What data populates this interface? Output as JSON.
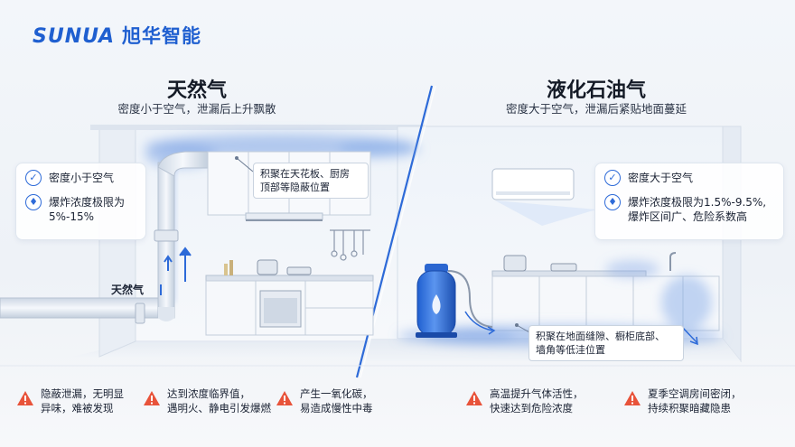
{
  "brand": {
    "en": "SUNUA",
    "cn": "旭华智能"
  },
  "left": {
    "title": "天然气",
    "subtitle": "密度小于空气，泄漏后上升飘散",
    "card": [
      {
        "icon": "check-circle-icon",
        "text": "密度小于空气"
      },
      {
        "icon": "flame-drop-icon",
        "text": "爆炸浓度极限为\n5%-15%"
      }
    ],
    "callout": "积聚在天花板、厨房\n顶部等隐蔽位置",
    "pipe_label": "天然气",
    "warnings": [
      "隐蔽泄漏，无明显\n异味，难被发现",
      "达到浓度临界值，\n遇明火、静电引发爆燃",
      "产生一氧化碳，\n易造成慢性中毒"
    ]
  },
  "right": {
    "title": "液化石油气",
    "subtitle": "密度大于空气，泄漏后紧贴地面蔓延",
    "card": [
      {
        "icon": "check-circle-icon",
        "text": "密度大于空气"
      },
      {
        "icon": "flame-drop-icon",
        "text": "爆炸浓度极限为1.5%-9.5%,\n爆炸区间广、危险系数高"
      }
    ],
    "callout": "积聚在地面缝隙、橱柜底部、\n墙角等低洼位置",
    "warnings": [
      "高温提升气体活性，\n快速达到危险浓度",
      "夏季空调房间密闭，\n持续积聚暗藏隐患"
    ]
  },
  "colors": {
    "brand": "#1f5fd0",
    "accent": "#2d6ad8",
    "warning": "#e8533a",
    "gas_fog": "#7fa6e6"
  }
}
